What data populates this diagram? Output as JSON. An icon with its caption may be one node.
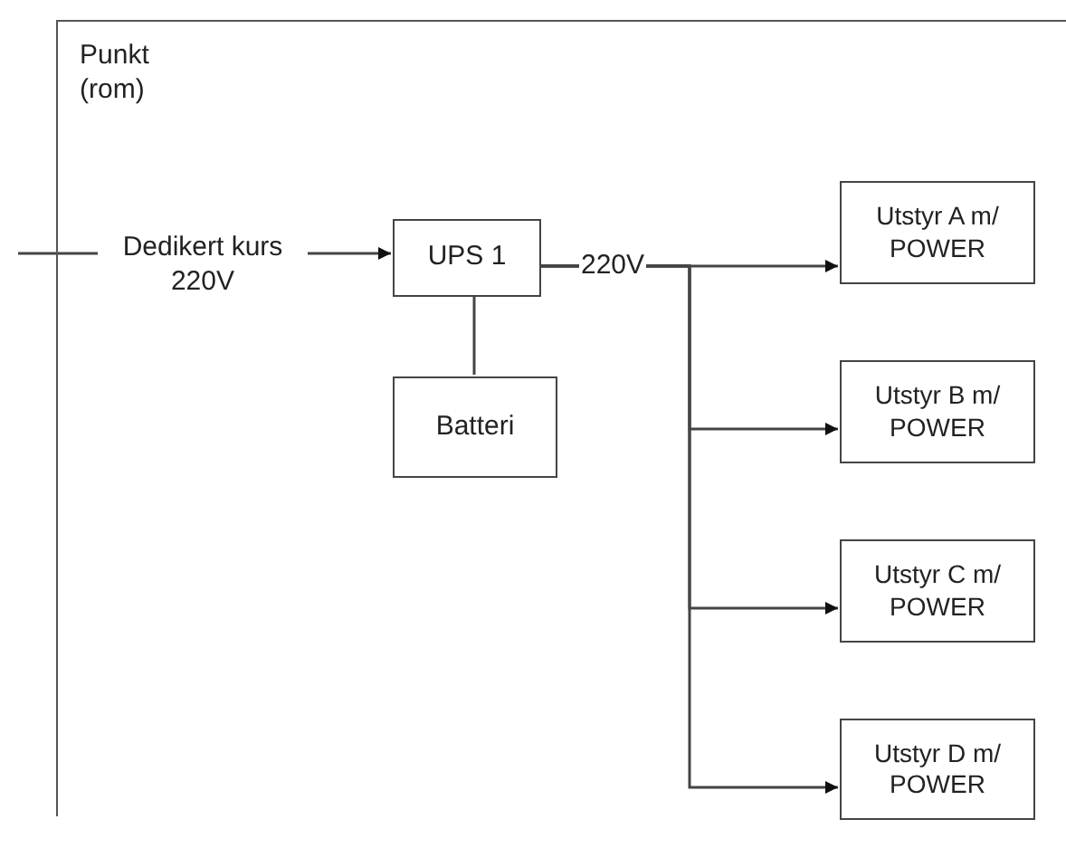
{
  "diagram": {
    "nodes": [
      {
        "text": [
          "Punkt (rom)"
        ]
      },
      {
        "text": [
          "UPS 1"
        ],
        "in": 0
      },
      {
        "text": [
          "Batteri"
        ],
        "in": 0
      },
      {
        "text": [
          "Utstyr A m/ POWER"
        ],
        "in": 0
      },
      {
        "text": [
          "Utstyr B m/ POWER"
        ],
        "in": 0
      },
      {
        "text": [
          "Utstyr C m/ POWER"
        ],
        "in": 0
      },
      {
        "text": [
          "Utstyr D m/ POWER"
        ],
        "in": 0
      }
    ],
    "edges": [
      {
        "from": null,
        "to": 1,
        "arrow": "to",
        "label": "Dedikert kurs 220V"
      },
      {
        "from": 1,
        "to": 2,
        "arrow": "none"
      },
      {
        "from": 1,
        "to": 3,
        "arrow": "to",
        "label": "220V"
      },
      {
        "from": 1,
        "to": 4,
        "arrow": "to"
      },
      {
        "from": 1,
        "to": 5,
        "arrow": "to"
      },
      {
        "from": 1,
        "to": 6,
        "arrow": "to"
      }
    ]
  }
}
